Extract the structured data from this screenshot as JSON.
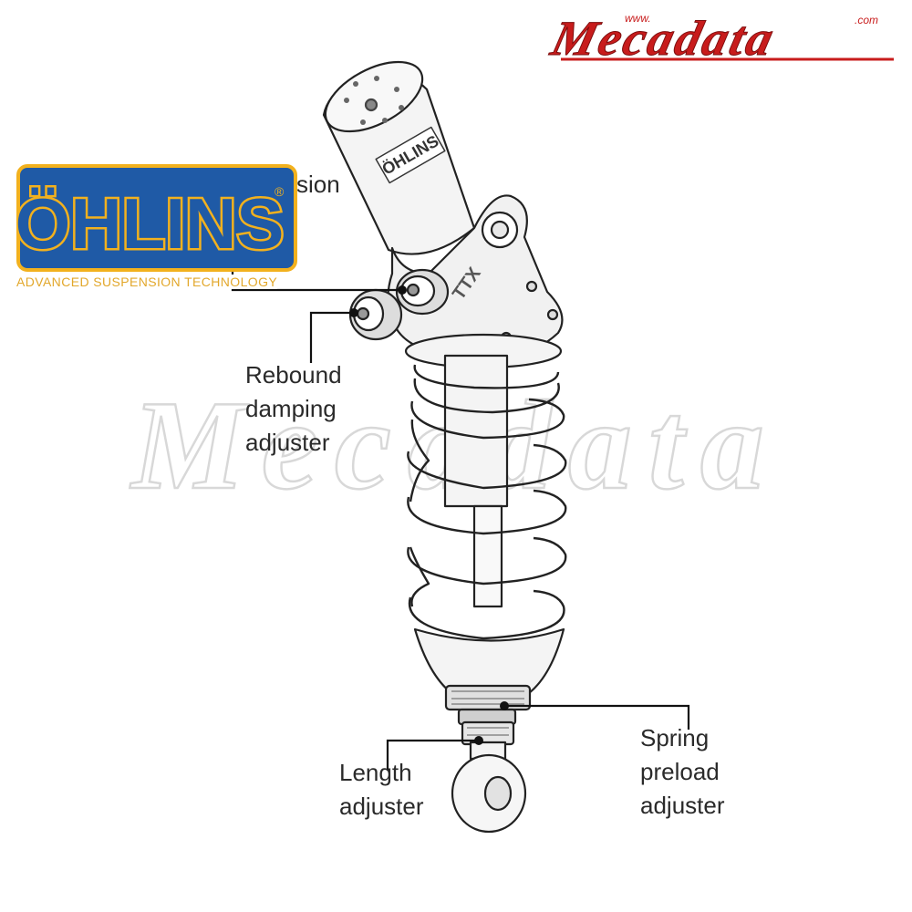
{
  "logo": {
    "brand": "Mecadata",
    "brand_prefix": "www.",
    "brand_suffix": ".com",
    "color": "#c81c1c"
  },
  "ohlins": {
    "name": "ÖHLINS",
    "registered": "®",
    "tagline": "ADVANCED SUSPENSION TECHNOLOGY",
    "badge_color": "#1f5aa6",
    "text_color": "#f2b11e"
  },
  "watermark": {
    "text": "Mecadata"
  },
  "labels": {
    "compression_partial": "sion",
    "rebound": [
      "Rebound",
      "damping",
      "adjuster"
    ],
    "length": [
      "Length",
      "adjuster"
    ],
    "spring": [
      "Spring",
      "preload",
      "adjuster"
    ]
  }
}
